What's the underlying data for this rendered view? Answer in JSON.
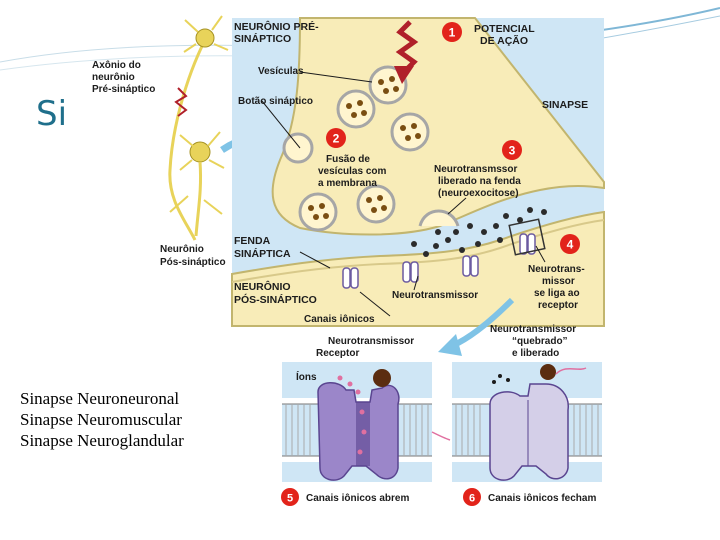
{
  "slide": {
    "title": "Si",
    "bullets": [
      "Sinapse Neuroneuronal",
      "Sinapse Neuromuscular",
      "Sinapse Neuroglandular"
    ]
  },
  "figure": {
    "left_labels": {
      "axon": [
        "Axônio do",
        "neurônio",
        "Pré-sináptico"
      ],
      "post_neuron": [
        "Neurônio",
        "Pós-sináptico"
      ]
    },
    "labels": {
      "pre_neuron": [
        "NEURÔNIO PRÉ-",
        "SINÁPTICO"
      ],
      "action_potential": [
        "POTENCIAL",
        "DE AÇÃO"
      ],
      "vesicles": "Vesículas",
      "terminal_button": "Botão sináptico",
      "synapse": "SINAPSE",
      "fusion": [
        "Fusão de",
        "vesículas com",
        "a membrana"
      ],
      "released": [
        "Neurotransmssor",
        "liberado na fenda",
        "(neuroexocitose)"
      ],
      "cleft": [
        "FENDA",
        "SINÁPTICA"
      ],
      "binds": [
        "Neurotrans-",
        "missor",
        "se liga ao",
        "receptor"
      ],
      "post_neuron": [
        "NEURÔNIO",
        "PÓS-SINÁPTICO"
      ],
      "neurotransmitter": "Neurotransmissor",
      "ion_channels": "Canais iônicos",
      "nt_receptor_1": "Neurotransmissor",
      "nt_receptor_2": "Receptor",
      "broken": [
        "Neurotransmissor",
        "“quebrado”",
        "e liberado"
      ],
      "ions": "Íons",
      "open_channels": "Canais iônicos abrem",
      "close_channels": "Canais iônicos fecham"
    },
    "steps": [
      "1",
      "2",
      "3",
      "4",
      "5",
      "6"
    ],
    "colors": {
      "panel_bg": "#cfe6f5",
      "terminal": "#f8ecb8",
      "step_badge": "#e2231a",
      "arrow": "#7fc3e6",
      "action_potential": "#b0202a",
      "channel": "#7b62b0"
    }
  }
}
